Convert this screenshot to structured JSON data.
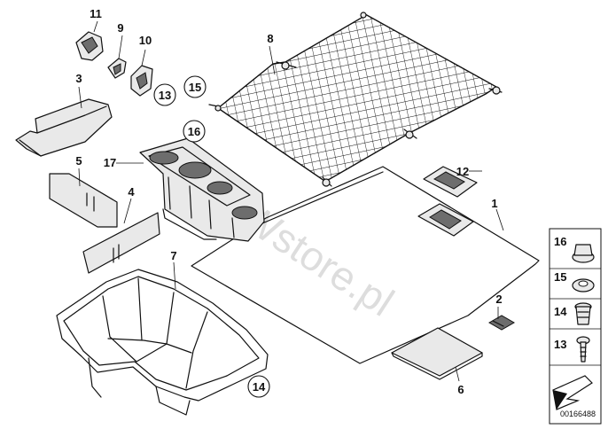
{
  "labels": {
    "l1": "1",
    "l2": "2",
    "l3": "3",
    "l4": "4",
    "l5": "5",
    "l6": "6",
    "l7": "7",
    "l8": "8",
    "l9": "9",
    "l10": "10",
    "l11": "11",
    "l12": "12",
    "l13": "13",
    "l14": "14",
    "l15": "15",
    "l16": "16",
    "l17": "17"
  },
  "legend": {
    "items": [
      "16",
      "15",
      "14",
      "13"
    ]
  },
  "watermark": "BMWstore.pl",
  "ref_number": "00166488"
}
